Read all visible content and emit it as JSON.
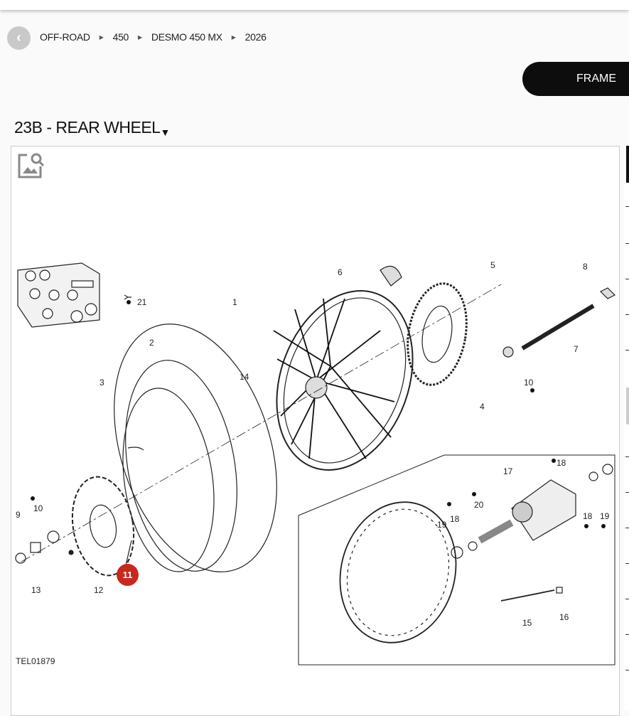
{
  "breadcrumb": [
    "OFF-ROAD",
    "450",
    "DESMO 450 MX",
    "2026"
  ],
  "frame_button": "FRAME",
  "page_title": "23B - REAR WHEEL",
  "diagram": {
    "code": "TEL01879",
    "highlighted_part": "11",
    "callouts": {
      "c1": "1",
      "c2": "2",
      "c3": "3",
      "c4": "4",
      "c5": "5",
      "c6": "6",
      "c7": "7",
      "c8": "8",
      "c9": "9",
      "c10a": "10",
      "c10b": "10",
      "c12": "12",
      "c13": "13",
      "c14": "14",
      "c15": "15",
      "c16": "16",
      "c17": "17",
      "c18a": "18",
      "c18b": "18",
      "c18c": "18",
      "c19a": "19",
      "c19b": "19",
      "c20": "20",
      "c21": "21"
    },
    "accent": "#c8281e"
  }
}
